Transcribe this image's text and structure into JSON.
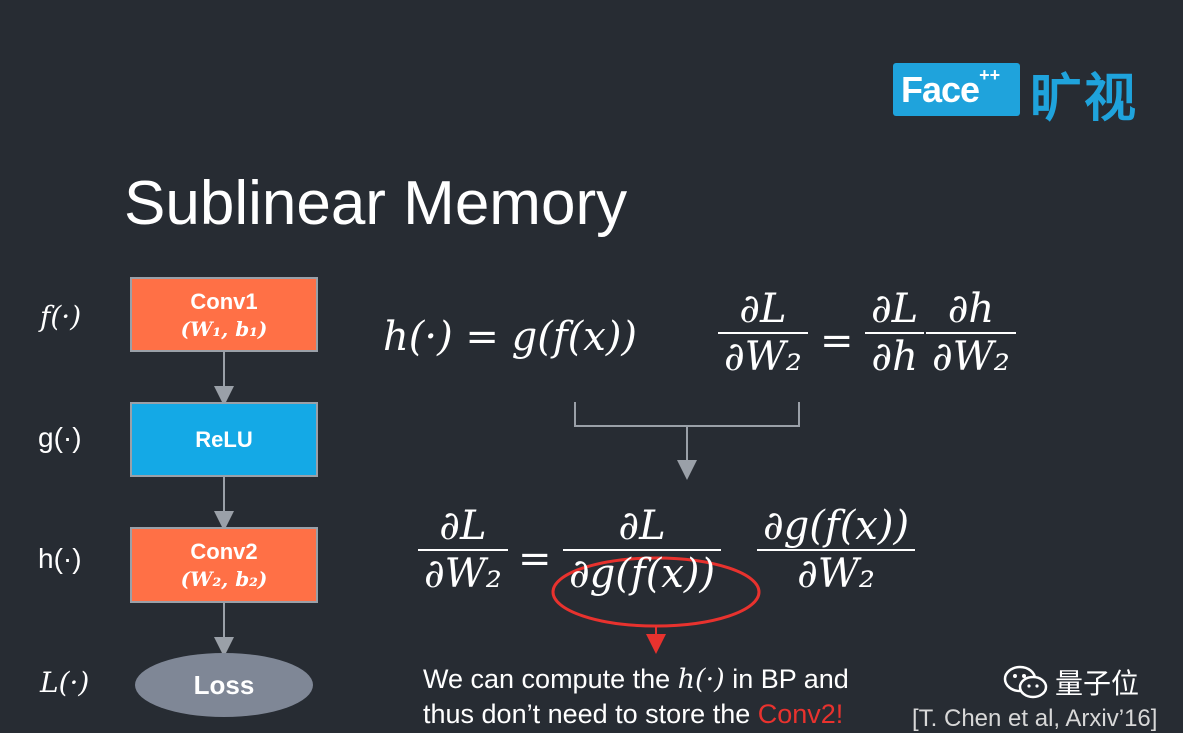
{
  "logo": {
    "brand": "Face",
    "sup": "++",
    "cn": "旷视"
  },
  "title": "Sublinear Memory",
  "nodes": {
    "conv1": {
      "label": "Conv1",
      "params": "(W₁, b₁)"
    },
    "relu": {
      "label": "ReLU"
    },
    "conv2": {
      "label": "Conv2",
      "params": "(W₂, b₂)"
    },
    "loss": {
      "label": "Loss"
    }
  },
  "labels": {
    "f": "f(·)",
    "g": "g(·)",
    "h": "h(·)",
    "L": "L(·)"
  },
  "eq1": {
    "lhs": "h(·) = g(f(x))",
    "frac1_num": "∂L",
    "frac1_den": "∂W₂",
    "eq": "=",
    "frac2_num": "∂L",
    "frac2_den": "∂h",
    "frac3_num": "∂h",
    "frac3_den": "∂W₂"
  },
  "eq2": {
    "frac1_num": "∂L",
    "frac1_den": "∂W₂",
    "eq": "=",
    "frac2_num": "∂L",
    "frac2_den": "∂g(f(x))",
    "frac3_num": "∂g(f(x))",
    "frac3_den": "∂W₂"
  },
  "note": {
    "line1_pre": "We can compute the ",
    "line1_math": "h(·)",
    "line1_post": " in BP and",
    "line2_pre": "thus don’t need to store the ",
    "line2_red": "Conv2!"
  },
  "citation": "[T. Chen et al, Arxiv’16]",
  "watermark": "量子位",
  "colors": {
    "background": "#272c33",
    "orange": "#ff7046",
    "blue": "#14a9e6",
    "loss": "#7f8796",
    "highlight": "#e8322e",
    "brand": "#1fa3dc"
  }
}
